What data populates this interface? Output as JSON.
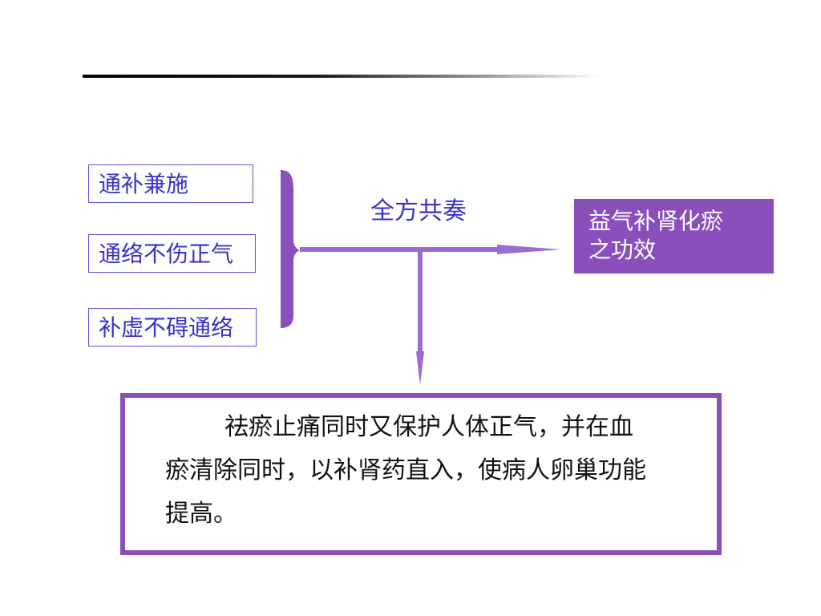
{
  "left_boxes": [
    {
      "label": "通补兼施"
    },
    {
      "label": "通络不伤正气"
    },
    {
      "label": "补虚不碍通络"
    }
  ],
  "center_label": "全方共奏",
  "result": {
    "lines": [
      "益气补肾化瘀",
      "之功效"
    ]
  },
  "summary": {
    "lines": [
      "祛瘀止痛同时又保护人体正气，并在血",
      "瘀清除同时，以补肾药直入，使病人卵巢功能",
      "提高。"
    ]
  },
  "colors": {
    "accent": "#8a4fba",
    "box_border": "#5b55d6",
    "text_blue": "#3b2fc9"
  }
}
